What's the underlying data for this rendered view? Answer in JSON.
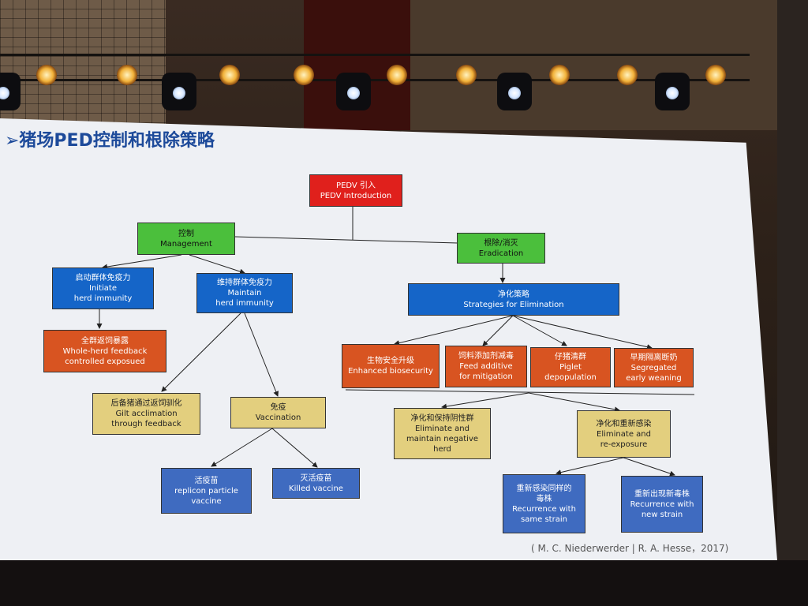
{
  "slide": {
    "title": "➢猪场PED控制和根除策略",
    "citation": "( M. C. Niederwerder | R. A. Hesse，2017)"
  },
  "nodes": {
    "intro": {
      "zh": "PEDV 引入",
      "en": "PEDV Introduction"
    },
    "management": {
      "zh": "控制",
      "en": "Management"
    },
    "eradication": {
      "zh": "根除/消灭",
      "en": "Eradication"
    },
    "initiate": {
      "zh": "启动群体免疫力",
      "en1": "Initiate",
      "en2": "herd immunity"
    },
    "maintain": {
      "zh": "维持群体免疫力",
      "en1": "Maintain",
      "en2": "herd immunity"
    },
    "feedback": {
      "zh": "全群返饲暴露",
      "en1": "Whole-herd feedback",
      "en2": "controlled exposued"
    },
    "gilt": {
      "zh": "后备猪通过返饲驯化",
      "en1": "Gilt acclimation",
      "en2": "through feedback"
    },
    "vaccination": {
      "zh": "免疫",
      "en": "Vaccination"
    },
    "live_vaccine": {
      "zh": "活疫苗",
      "en1": "replicon    particle",
      "en2": "vaccine"
    },
    "killed_vaccine": {
      "zh": "灭活疫苗",
      "en": "Killed vaccine"
    },
    "strategies": {
      "zh": "净化策略",
      "en": "Strategies for Elimination"
    },
    "biosecurity": {
      "zh": "生物安全升级",
      "en": "Enhanced biosecurity"
    },
    "feed_additive": {
      "zh": "饲料添加剂减毒",
      "en1": "Feed additive",
      "en2": "for mitigation"
    },
    "piglet": {
      "zh": "仔猪清群",
      "en1": "Piglet",
      "en2": "depopulation"
    },
    "weaning": {
      "zh": "早期隔离断奶",
      "en1": "Segregated",
      "en2": "early weaning"
    },
    "negative": {
      "zh": "净化和保持阴性群",
      "en1": "Eliminate and",
      "en2": "maintain negative",
      "en3": "herd"
    },
    "reexposure": {
      "zh": "净化和重新感染",
      "en1": "Eliminate and",
      "en2": "re-exposure"
    },
    "same_strain": {
      "zh1": "重新感染同样的",
      "zh2": "毒株",
      "en1": "Recurrence with",
      "en2": "same strain"
    },
    "new_strain": {
      "zh": "重新出现新毒株",
      "en1": "Recurrence with",
      "en2": "new strain"
    }
  },
  "colors": {
    "intro": "#e0201c",
    "management": "#4bbf3c",
    "control_boxes": "#1565c8",
    "strategy_boxes": "#d85421",
    "yellow_boxes": "#e3cf7e",
    "leaf_boxes": "#3f6bc0",
    "title": "#1d4a9a"
  }
}
